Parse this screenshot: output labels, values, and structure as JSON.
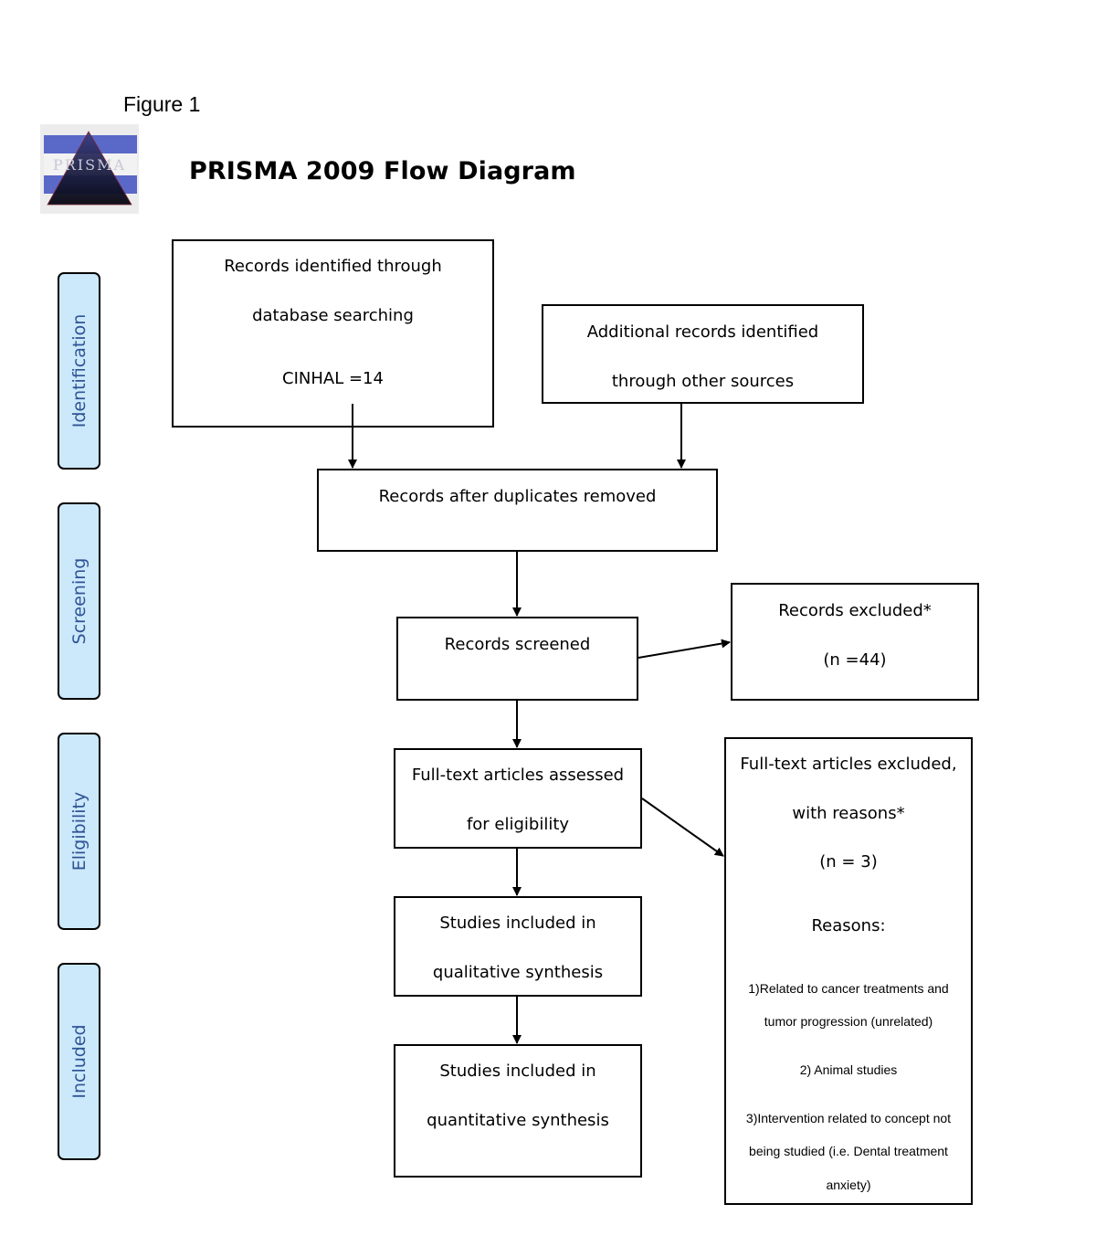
{
  "figure_label": "Figure 1",
  "logo": {
    "icon": "prisma-logo-icon",
    "text": "PRISMA"
  },
  "title": "PRISMA 2009 Flow Diagram",
  "phases": [
    "Identification",
    "Screening",
    "Eligibility",
    "Included"
  ],
  "boxes": {
    "db_search": {
      "lines": [
        "Records identified through",
        "database searching",
        "CINHAL =14"
      ]
    },
    "other_sources": {
      "lines": [
        "Additional records identified",
        "through other sources"
      ]
    },
    "duplicates_removed": {
      "lines": [
        "Records after duplicates removed"
      ]
    },
    "screened": {
      "lines": [
        "Records screened"
      ]
    },
    "records_excluded": {
      "lines": [
        "Records excluded*",
        "(n =44)"
      ]
    },
    "fulltext_assessed": {
      "lines": [
        "Full-text articles assessed",
        "for eligibility"
      ]
    },
    "fulltext_excluded": {
      "lines": [
        "Full-text articles excluded,",
        "with reasons*",
        "(n = 3)",
        "Reasons:"
      ],
      "reasons": [
        "1)Related to cancer treatments and",
        "tumor progression (unrelated)",
        "2) Animal studies",
        "3)Intervention related to concept not",
        "being studied  (i.e. Dental treatment",
        "anxiety)"
      ]
    },
    "qualitative": {
      "lines": [
        "Studies included in",
        "qualitative synthesis"
      ]
    },
    "quantitative": {
      "lines": [
        "Studies included in",
        "quantitative synthesis"
      ]
    }
  },
  "colors": {
    "phase_fill": "#cce9fb",
    "phase_text": "#2f5496",
    "logo_blue": "#5a68c8",
    "logo_dark": "#0b0b2a"
  }
}
